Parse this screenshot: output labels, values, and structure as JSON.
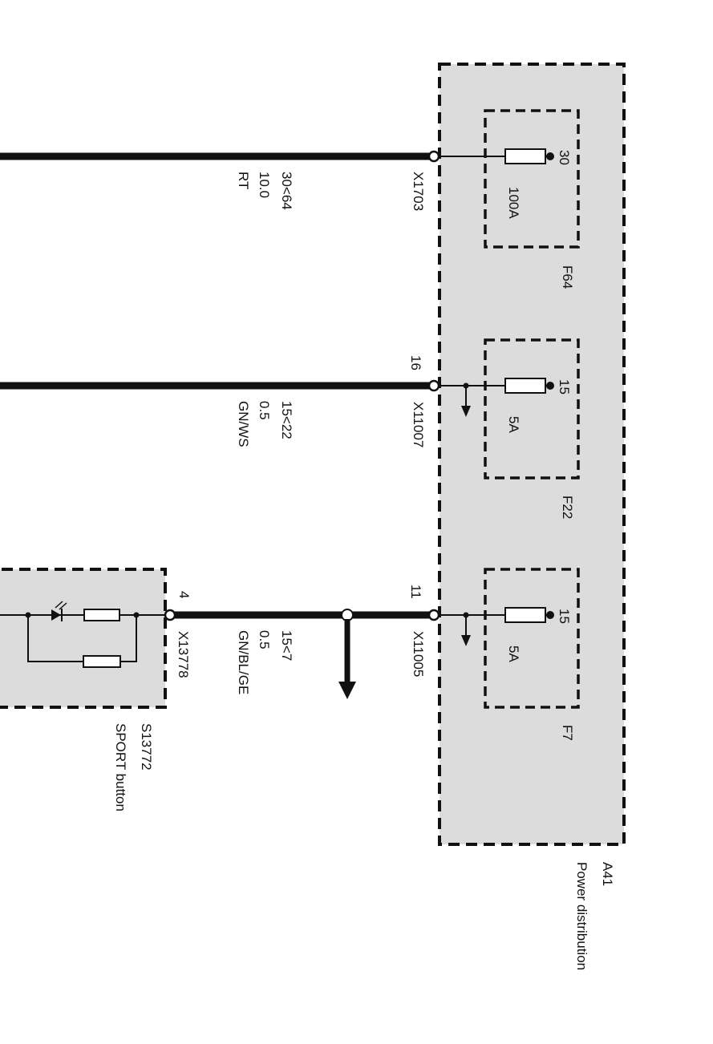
{
  "colors": {
    "line": "#111111",
    "component_fill": "#dcdcdc",
    "background": "#ffffff"
  },
  "power_distribution": {
    "id": "A41",
    "name": "Power distribution",
    "fuses": [
      {
        "id": "F64",
        "terminal": "30",
        "rating": "100A"
      },
      {
        "id": "F22",
        "terminal": "15",
        "rating": "5A"
      },
      {
        "id": "F7",
        "terminal": "15",
        "rating": "5A"
      }
    ]
  },
  "connectors": {
    "x1703": {
      "id": "X1703"
    },
    "x11007": {
      "id": "X11007",
      "pin": "16"
    },
    "x11005": {
      "id": "X11005",
      "pin": "11"
    },
    "x13778": {
      "id": "X13778",
      "pin": "4"
    }
  },
  "wires": [
    {
      "circuit": "30<64",
      "size": "10.0",
      "color": "RT"
    },
    {
      "circuit": "15<22",
      "size": "0.5",
      "color": "GN/WS"
    },
    {
      "circuit": "15<7",
      "size": "0.5",
      "color": "GN/BL/GE"
    }
  ],
  "switch": {
    "id": "S13772",
    "name": "SPORT button"
  }
}
